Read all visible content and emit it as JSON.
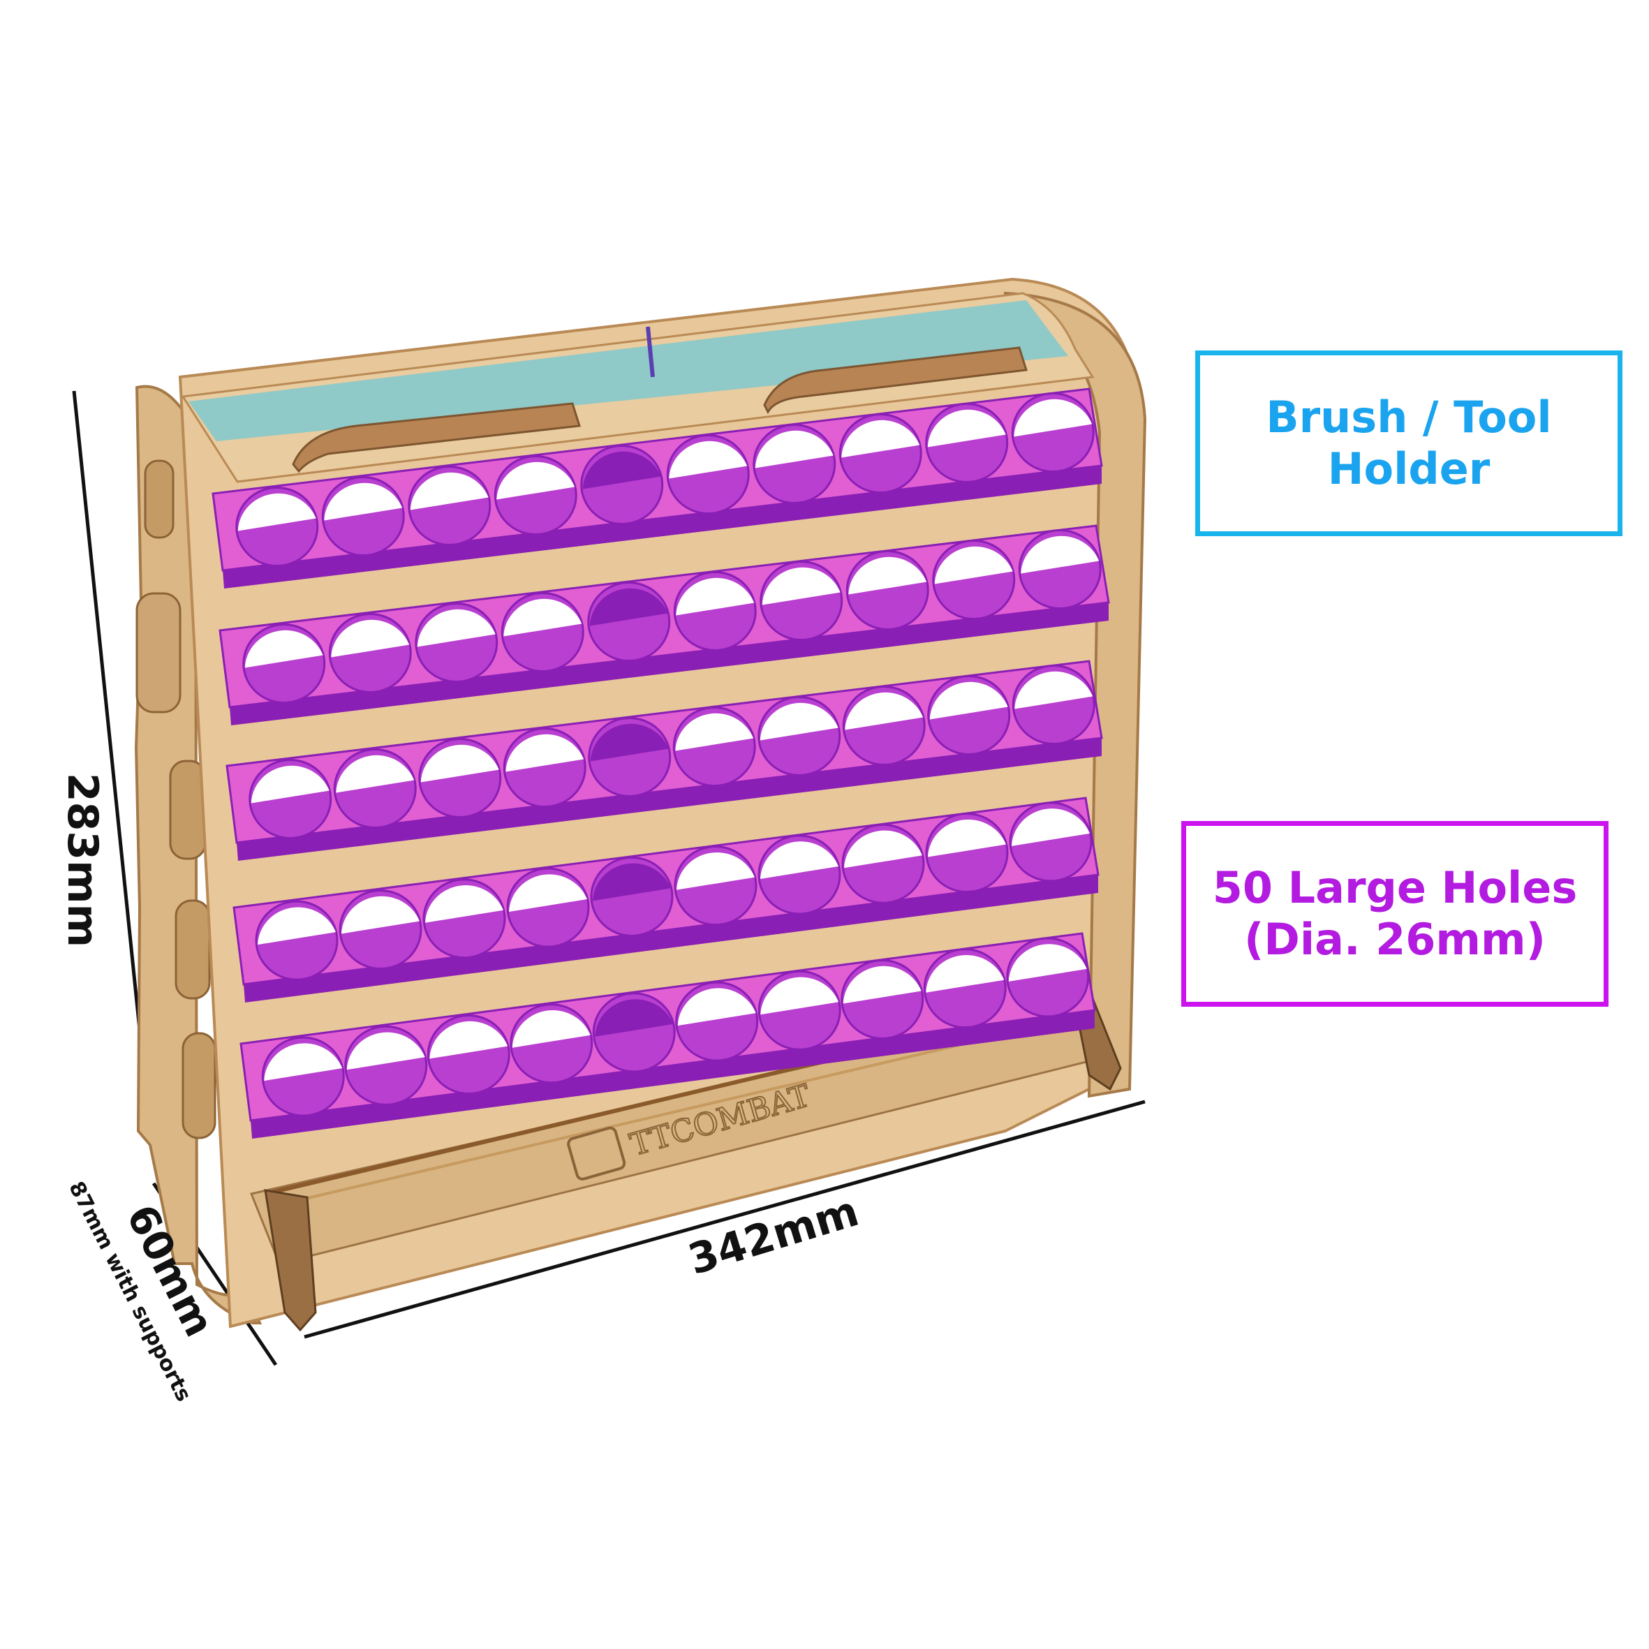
{
  "product": {
    "brand_engraving": "TTCOMBAT",
    "rows": 5,
    "holes_per_row": 10,
    "colors": {
      "wood": "#e9c99b",
      "wood_edge": "#c89a63",
      "shelf": "#e25fd3",
      "shelf_edge": "#8a1fb5",
      "hole_inside": "#ffffff",
      "hole_shadow": "#b93fd0",
      "top_strip": "#8fc9c8"
    }
  },
  "callouts": {
    "brush_holder": {
      "line1": "Brush / Tool",
      "line2": "Holder",
      "color": "#1aa3ee"
    },
    "large_holes": {
      "line1": "50 Large Holes",
      "line2": "(Dia. 26mm)",
      "color": "#b31be0"
    }
  },
  "dimensions": {
    "height": "283mm",
    "width": "342mm",
    "depth": "60mm",
    "depth_note": "87mm with supports"
  }
}
